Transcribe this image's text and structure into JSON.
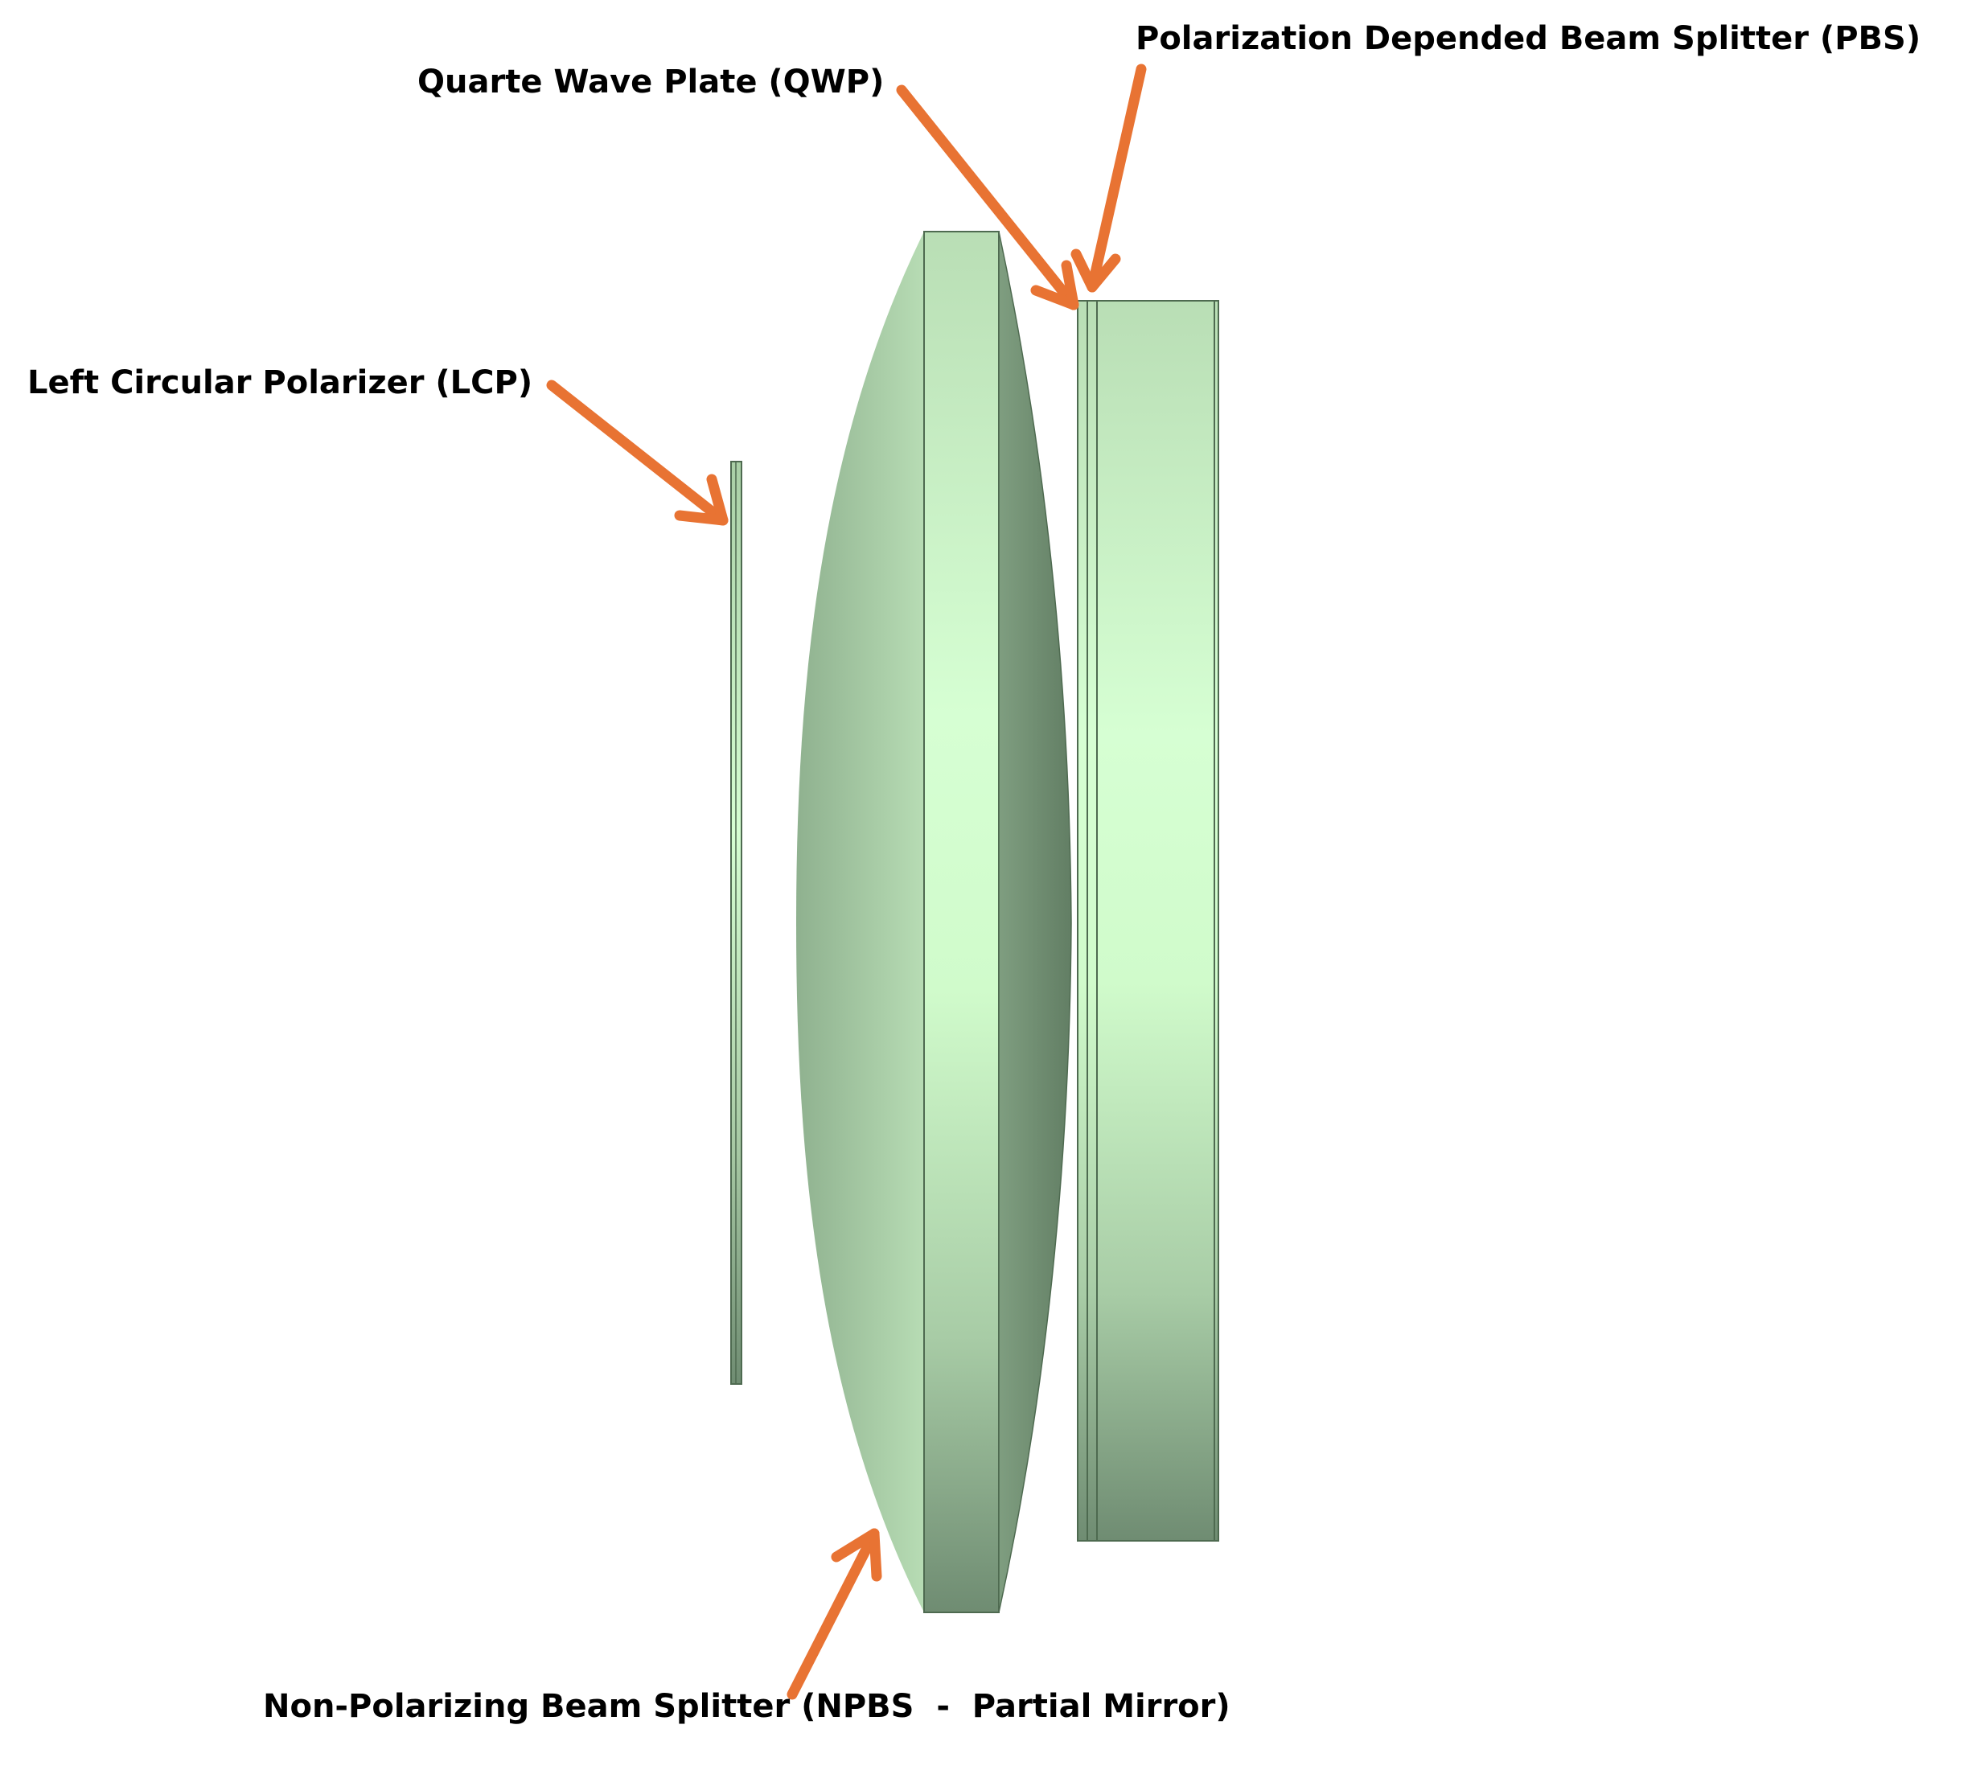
{
  "labels": {
    "lcp": "Left Circular Polarizer (LCP)",
    "qwp": "Quarte Wave Plate (QWP)",
    "pbs": "Polarization Depended Beam Splitter (PBS)",
    "npbs": "Non-Polarizing Beam Splitter (NPBS  -  Partial Mirror)"
  },
  "colors": {
    "arrow": "#E87333",
    "glass_light": "#D6FFD3",
    "glass_mid": "#B3D8B0",
    "glass_dark": "#6F8C72",
    "edge": "#4E6A50",
    "background": "#FFFFFF",
    "text": "#000000"
  }
}
